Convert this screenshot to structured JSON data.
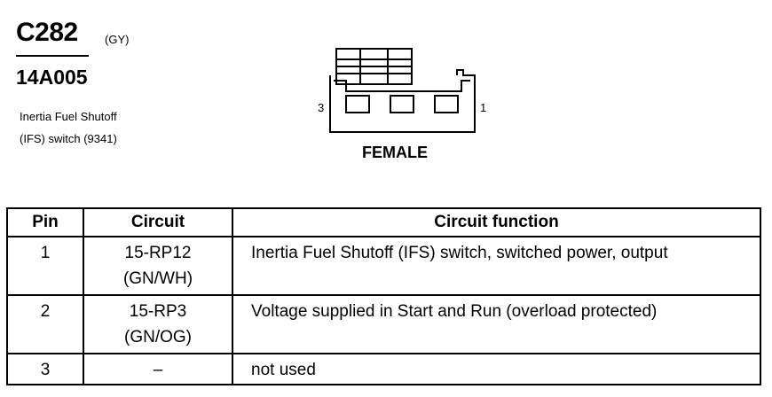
{
  "connector": {
    "id": "C282",
    "color_code": "(GY)",
    "part_number": "14A005",
    "description_line1": "Inertia Fuel Shutoff",
    "description_line2": "(IFS) switch (9341)",
    "pin_label_left": "3",
    "pin_label_right": "1",
    "gender": "FEMALE"
  },
  "table": {
    "headers": [
      "Pin",
      "Circuit",
      "Circuit function"
    ],
    "rows": [
      {
        "pin": "1",
        "circuit": "15-RP12",
        "color": "(GN/WH)",
        "function": "Inertia Fuel Shutoff (IFS) switch, switched power, output"
      },
      {
        "pin": "2",
        "circuit": "15-RP3",
        "color": "(GN/OG)",
        "function": "Voltage supplied in Start and Run (overload protected)"
      },
      {
        "pin": "3",
        "circuit": "–",
        "color": "",
        "function": "not used"
      }
    ]
  }
}
